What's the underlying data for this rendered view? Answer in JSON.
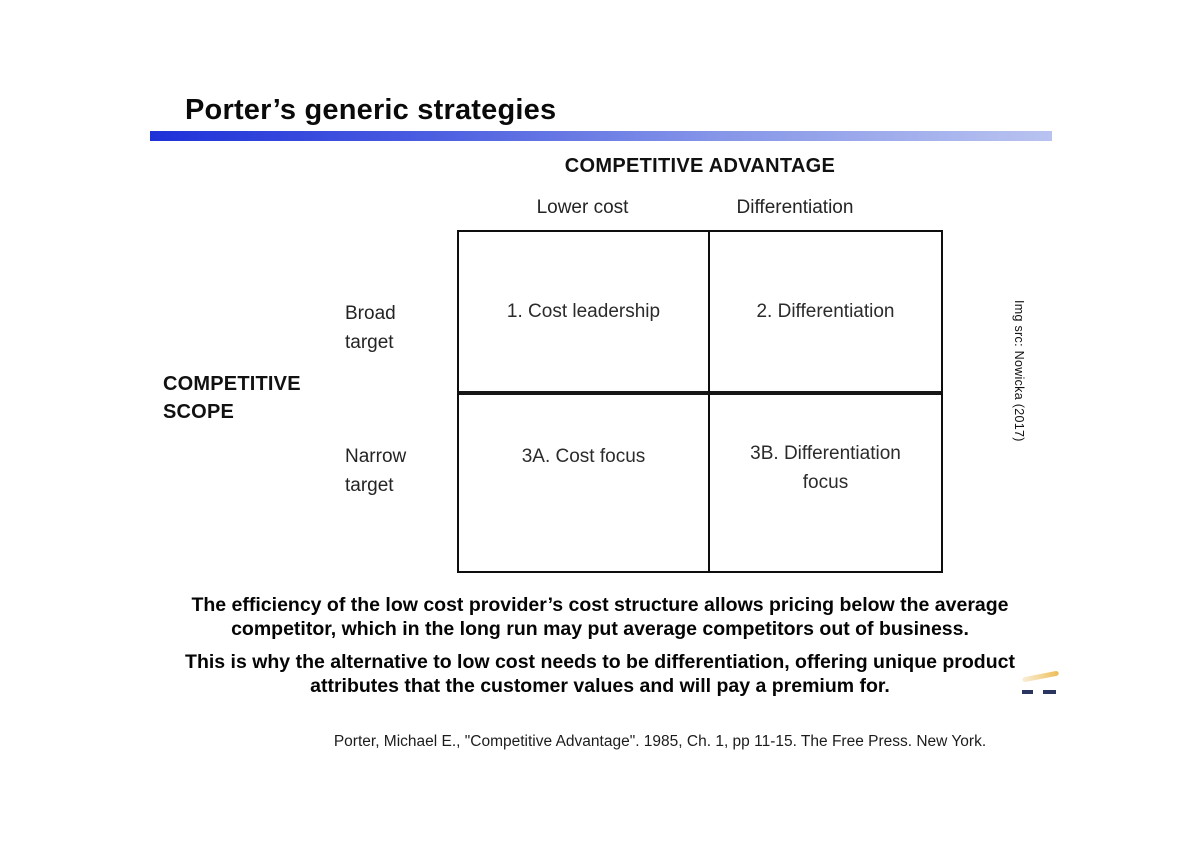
{
  "slide": {
    "title": "Porter’s generic strategies"
  },
  "matrix": {
    "top_axis_label": "COMPETITIVE ADVANTAGE",
    "column_headers": [
      "Lower cost",
      "Differentiation"
    ],
    "left_axis_label": "COMPETITIVE\nSCOPE",
    "row_headers": [
      "Broad\ntarget",
      "Narrow\ntarget"
    ],
    "cells": [
      [
        "1. Cost leadership",
        "2. Differentiation"
      ],
      [
        "3A. Cost focus",
        "3B. Differentiation focus"
      ]
    ]
  },
  "img_credit": "Img src: Nowicka (2017)",
  "paragraphs": [
    "The efficiency of the low cost provider’s cost structure allows pricing below the average\ncompetitor, which in the long run may put average competitors out of business.",
    "This is why the alternative to low cost needs to be differentiation, offering unique product\nattributes that the customer values and will pay a premium for."
  ],
  "citation": "Porter, Michael E., \"Competitive Advantage\". 1985, Ch. 1, pp 11-15. The Free Press. New York.",
  "decorations": {
    "accent_bar_gradient_from": "#1e31d8",
    "accent_bar_gradient_to": "#b9c3f0",
    "swoosh_color": "#eebc55",
    "dash_color": "#2a3560"
  }
}
